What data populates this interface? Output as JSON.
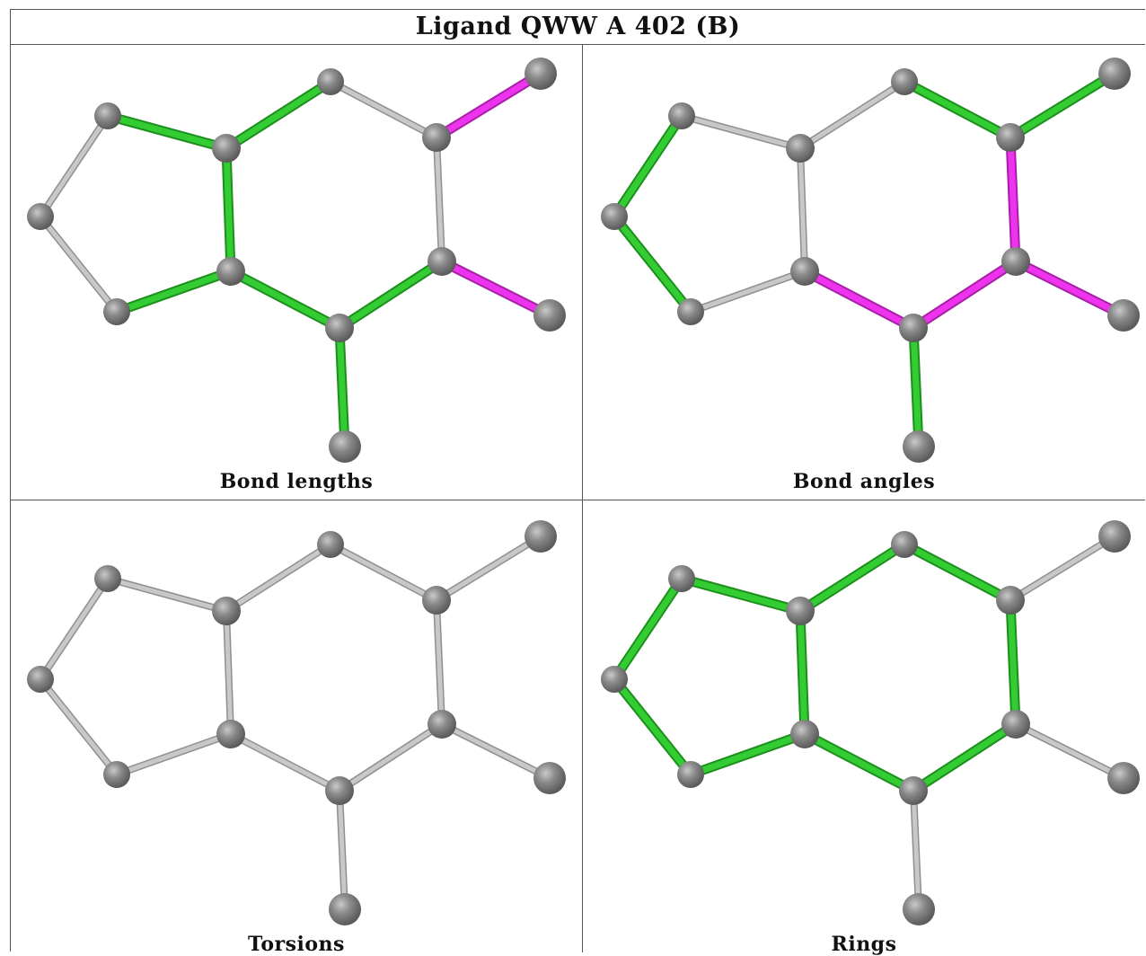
{
  "title": "Ligand QWW A 402 (B)",
  "colors": {
    "ok": "#33cc33",
    "outlier": "#ee33ee",
    "neutral": "#c8c8c8",
    "atom": "#7a7a7a"
  },
  "panels": [
    {
      "caption": "Bond lengths",
      "bond_status": [
        "neutral",
        "neutral",
        "ok",
        "ok",
        "ok",
        "ok",
        "neutral",
        "neutral",
        "ok",
        "ok",
        "ok",
        "outlier",
        "outlier"
      ]
    },
    {
      "caption": "Bond angles",
      "bond_status": [
        "ok",
        "ok",
        "neutral",
        "neutral",
        "neutral",
        "neutral",
        "ok",
        "outlier",
        "outlier",
        "outlier",
        "ok",
        "ok",
        "outlier"
      ]
    },
    {
      "caption": "Torsions",
      "bond_status": [
        "neutral",
        "neutral",
        "neutral",
        "neutral",
        "neutral",
        "neutral",
        "neutral",
        "neutral",
        "neutral",
        "neutral",
        "neutral",
        "neutral",
        "neutral"
      ]
    },
    {
      "caption": "Rings",
      "bond_status": [
        "ok",
        "ok",
        "ok",
        "ok",
        "ok",
        "ok",
        "ok",
        "ok",
        "ok",
        "ok",
        "neutral",
        "neutral",
        "neutral"
      ]
    }
  ]
}
